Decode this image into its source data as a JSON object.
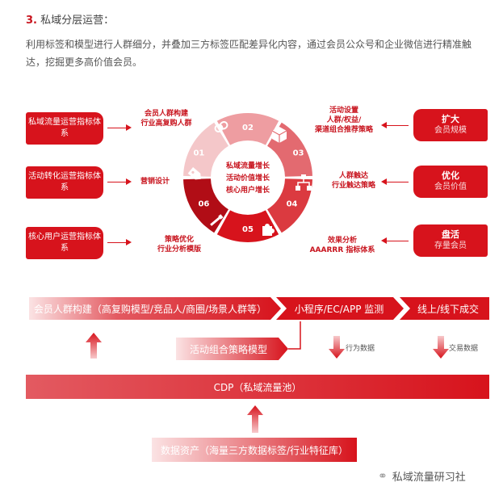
{
  "header": {
    "num": "3.",
    "title": "私域分层运营："
  },
  "intro": "利用标签和模型进行人群细分，并叠加三方标签匹配差异化内容，通过会员公众号和企业微信进行精准触达，挖掘更多高价值会员。",
  "left_boxes": [
    "私域流量运营指标体系",
    "活动转化运营指标体系",
    "核心用户运营指标体系"
  ],
  "right_boxes": [
    {
      "title": "扩大",
      "sub": "会员规模"
    },
    {
      "title": "优化",
      "sub": "会员价值"
    },
    {
      "title": "盘活",
      "sub": "存量会员"
    }
  ],
  "notes": {
    "n1": "会员人群构建\n行业高复购人群",
    "n2": "营销设计",
    "n3": "策略优化\n行业分析模版",
    "n4": "活动设置\n人群/权益/\n渠道组合推荐策略",
    "n5": "人群触达\n行业触达策略",
    "n6": "效果分析\nAAARRR 指标体系"
  },
  "wheel": {
    "center": [
      "私域流量增长",
      "活动价值增长",
      "核心用户增长"
    ],
    "segments": [
      "01",
      "02",
      "03",
      "04",
      "05",
      "06"
    ],
    "colors": [
      "#f4c7c9",
      "#ee9da1",
      "#e36a70",
      "#db3a40",
      "#d7131c",
      "#b10d16"
    ]
  },
  "flow": {
    "band1": "会员人群构建（高复购模型/竞品人/商圈/场景人群等）",
    "band2": "小程序/EC/APP 监测",
    "band3": "线上/线下成交",
    "strategy": "活动组合策略模型",
    "label_behavior": "行为数据",
    "label_trade": "交易数据",
    "cdp": "CDP（私域流量池）",
    "assets": "数据资产（海量三方数据标签/行业特征库）"
  },
  "watermark": "私域流量研习社"
}
